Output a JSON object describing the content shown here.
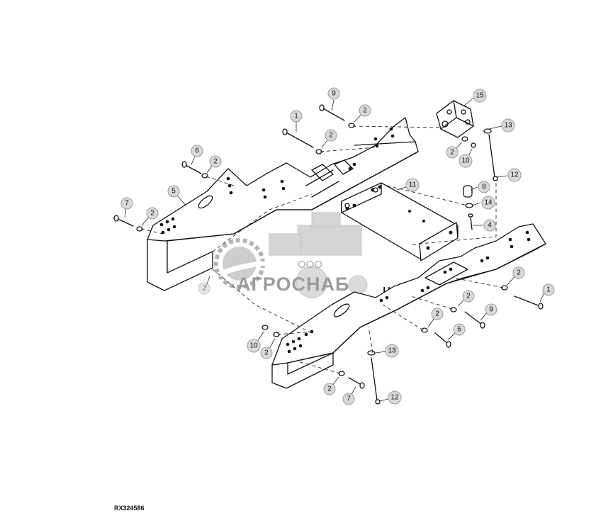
{
  "figure_code": "RX324586",
  "watermark": {
    "prefix": "ООО",
    "name": "АГРОСНАБ",
    "suffix": "u"
  },
  "callouts": {
    "c1": "15",
    "c2": "9",
    "c3": "2",
    "c4": "13",
    "c5": "1",
    "c6": "2",
    "c7": "2",
    "c8": "10",
    "c9": "12",
    "c10": "6",
    "c11": "2",
    "c12": "5",
    "c13": "11",
    "c14": "8",
    "c15": "14",
    "c16": "7",
    "c17": "2",
    "c18": "4",
    "c19": "2",
    "c20": "2",
    "c21": "1",
    "c22": "2",
    "c23": "9",
    "c24": "2",
    "c25": "6",
    "c26": "10",
    "c27": "2",
    "c28": "13",
    "c29": "2",
    "c30": "7",
    "c31": "12"
  }
}
